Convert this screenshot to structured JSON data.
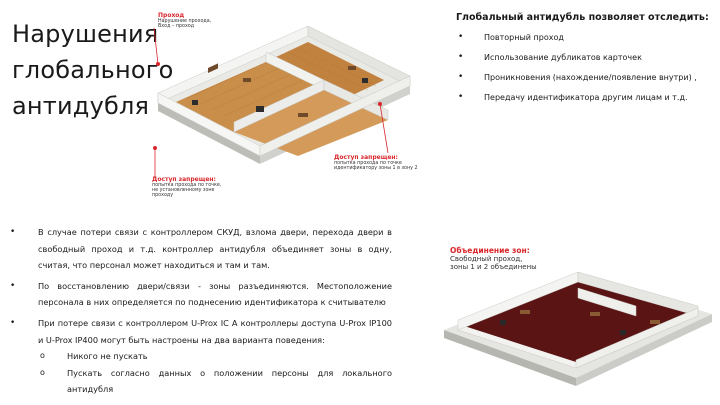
{
  "slide": {
    "title_lines": [
      "Нарушения",
      "глобального",
      "антидубля"
    ],
    "right_heading": "Глобальный антидубль позволяет отследить:",
    "right_bullets": [
      "Повторный проход",
      "Использование дубликатов карточек",
      "Проникновения (нахождение/появление внутри) ,",
      "Передачу идентификатора другим лицам и т.д."
    ],
    "bottom_bullets": [
      "В случае потери связи с контроллером СКУД, взлома двери, перехода двери в свободный проход и т.д. контроллер антидубля объединяет зоны в одну, считая, что персонал может находиться и там и там.",
      "По восстановлению двери/связи - зоны разъединяются. Местоположение персонала в них определяется по поднесению идентификатора к считывателю",
      "При потере связи с контроллером U-Prox IC A контроллеры доступа U-Prox IP100 и U-Prox IP400 могут быть настроены на два варианта поведения:"
    ],
    "sub_bullets": [
      "Никого не пускать",
      "Пускать согласно данных о положении персоны для локального антидубля"
    ]
  },
  "diagram_top": {
    "annotation_a": {
      "title": "Проход",
      "lines": [
        "Нарушение прохода,",
        "Вход – проход"
      ]
    },
    "annotation_b": {
      "title": "Доступ запрещен:",
      "lines": [
        "попытка прохода по точке,",
        "не установленному зоне",
        "проходу"
      ]
    },
    "annotation_c": {
      "title": "Доступ запрещен:",
      "lines": [
        "попытка прохода по точке",
        "идентификатору зоны 1 в зону 2"
      ]
    }
  },
  "diagram_bottom": {
    "annotation": {
      "title": "Объединение зон:",
      "lines": [
        "Свободный проход,",
        "зоны 1 и 2 объединены"
      ]
    }
  },
  "colors": {
    "accent_red": "#d9262b",
    "floor_wood": "#c98e4a",
    "floor_dark": "#5b1414",
    "wall": "#f4f4f2"
  }
}
